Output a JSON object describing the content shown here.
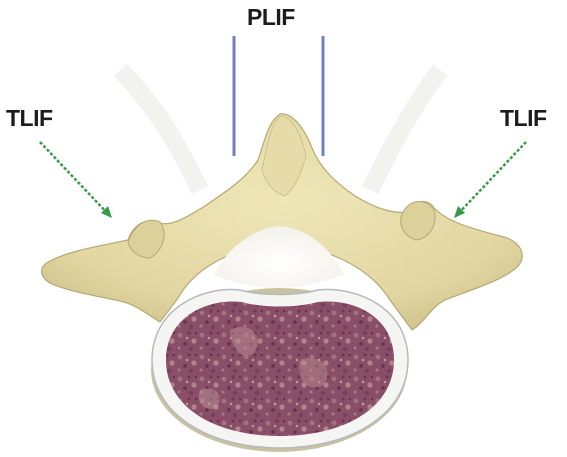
{
  "labels": {
    "plif": "PLIF",
    "tlif_left": "TLIF",
    "tlif_right": "TLIF"
  },
  "colors": {
    "background": "#ffffff",
    "bone": "#e6dcaa",
    "bone_shadow": "#c9bd86",
    "bone_outline": "#9e9465",
    "vertebral_body_rim": "#f4f4f4",
    "vertebral_body_rim_shadow": "#b9b9b9",
    "cancellous_bone": "#8a4f68",
    "cancellous_light": "#b88a8f",
    "plif_lines": "#6f7fc4",
    "tlif_arrows": "#3a9a4a",
    "label_text": "#1c1c1c"
  }
}
